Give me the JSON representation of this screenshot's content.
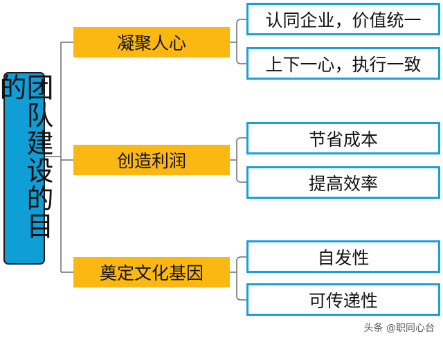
{
  "root": {
    "label": "团队建设的目的"
  },
  "branches": [
    {
      "label": "凝聚人心",
      "items": [
        "认同企业，价值统一",
        "上下一心，执行一致"
      ]
    },
    {
      "label": "创造利润",
      "items": [
        "节省成本",
        "提高效率"
      ]
    },
    {
      "label": "奠定文化基因",
      "items": [
        "自发性",
        "可传递性"
      ]
    }
  ],
  "watermark": "头条 @职同心台",
  "colors": {
    "root": "#0f9fd6",
    "branch": "#fbb812",
    "leaf_border": "#1aa0d8"
  }
}
